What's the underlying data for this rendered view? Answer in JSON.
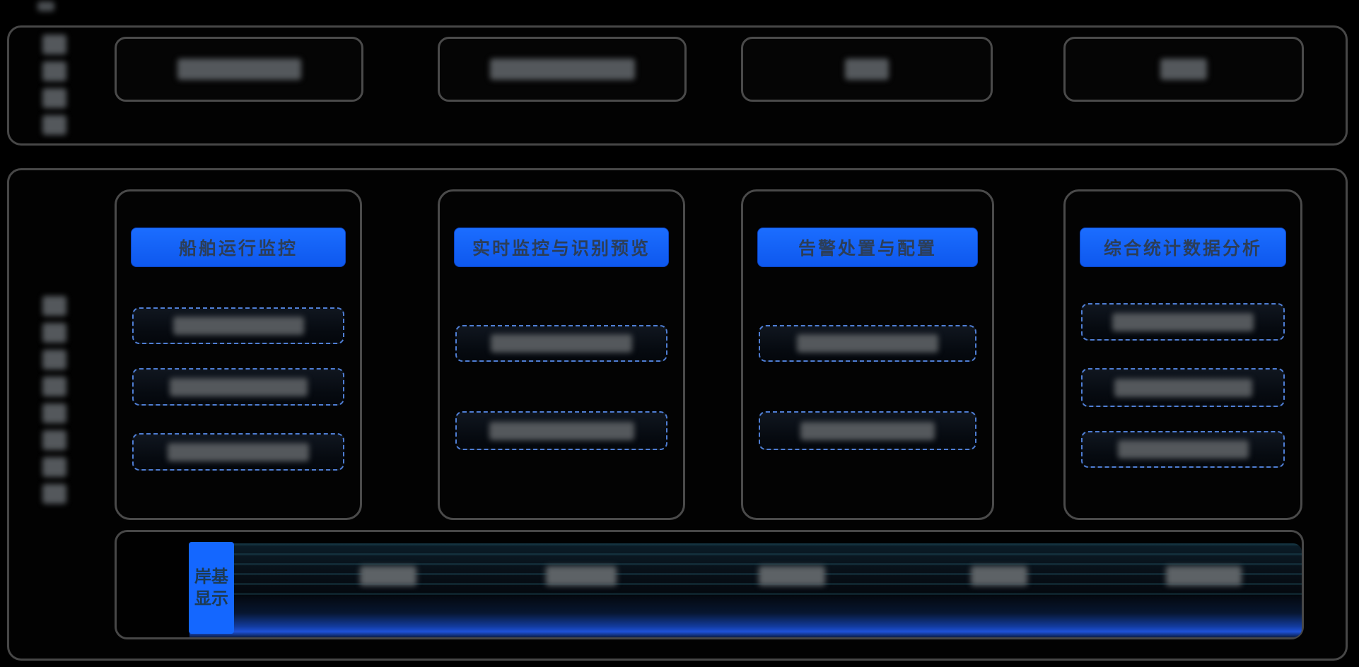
{
  "colors": {
    "accent_blue": "#1467ff",
    "panel_border": "#4a4a4a",
    "dashed_border": "#4f7ed4",
    "header_text": "#2c3e58",
    "blurred_text_gray": "#54585c"
  },
  "top_band": {
    "side_label": {
      "illegible": true,
      "orientation": "vertical"
    },
    "device_boxes": [
      {
        "label": "",
        "illegible": true
      },
      {
        "label": "",
        "illegible": true
      },
      {
        "label": "",
        "illegible": true
      },
      {
        "label": "",
        "illegible": true
      }
    ]
  },
  "main_band": {
    "side_label": {
      "illegible": true,
      "orientation": "vertical"
    },
    "columns": [
      {
        "header": "船舶运行监控",
        "sub_box_count": 3,
        "sub_boxes_illegible": true
      },
      {
        "header": "实时监控与识别预览",
        "sub_box_count": 2,
        "sub_boxes_illegible": true
      },
      {
        "header": "告警处置与配置",
        "sub_box_count": 2,
        "sub_boxes_illegible": true
      },
      {
        "header": "综合统计数据分析",
        "sub_box_count": 3,
        "sub_boxes_illegible": true
      }
    ],
    "bottom_bar": {
      "label": "岸基显示",
      "item_count": 5,
      "items_illegible": true
    }
  }
}
